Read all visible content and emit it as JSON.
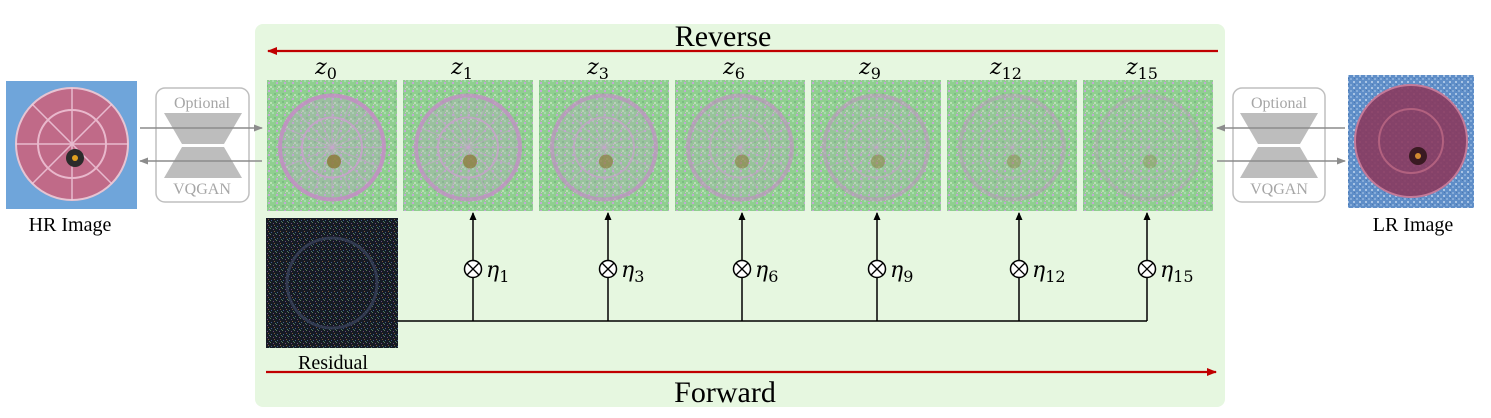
{
  "labels": {
    "reverse": "Reverse",
    "forward": "Forward",
    "hr_image": "HR Image",
    "lr_image": "LR Image",
    "residual": "Residual"
  },
  "vqgan_blocks": [
    {
      "top": "Optional",
      "bottom": "VQGAN"
    },
    {
      "top": "Optional",
      "bottom": "VQGAN"
    }
  ],
  "latents": [
    {
      "base": "z",
      "sub": "0"
    },
    {
      "base": "z",
      "sub": "1"
    },
    {
      "base": "z",
      "sub": "3"
    },
    {
      "base": "z",
      "sub": "6"
    },
    {
      "base": "z",
      "sub": "9"
    },
    {
      "base": "z",
      "sub": "12"
    },
    {
      "base": "z",
      "sub": "15"
    }
  ],
  "etas": [
    {
      "base": "η",
      "sub": "1"
    },
    {
      "base": "η",
      "sub": "3"
    },
    {
      "base": "η",
      "sub": "6"
    },
    {
      "base": "η",
      "sub": "9"
    },
    {
      "base": "η",
      "sub": "12"
    },
    {
      "base": "η",
      "sub": "15"
    }
  ],
  "colors": {
    "panel": "#e6f7e0",
    "arrow_red": "#c00000",
    "latent_green": "#8ed08e",
    "latent_ring": "#c48cc6",
    "sky_blue": "#6fa5da",
    "balloon": "#c86a86",
    "grey": "#a6a6a6",
    "residual_bg": "#141822"
  }
}
